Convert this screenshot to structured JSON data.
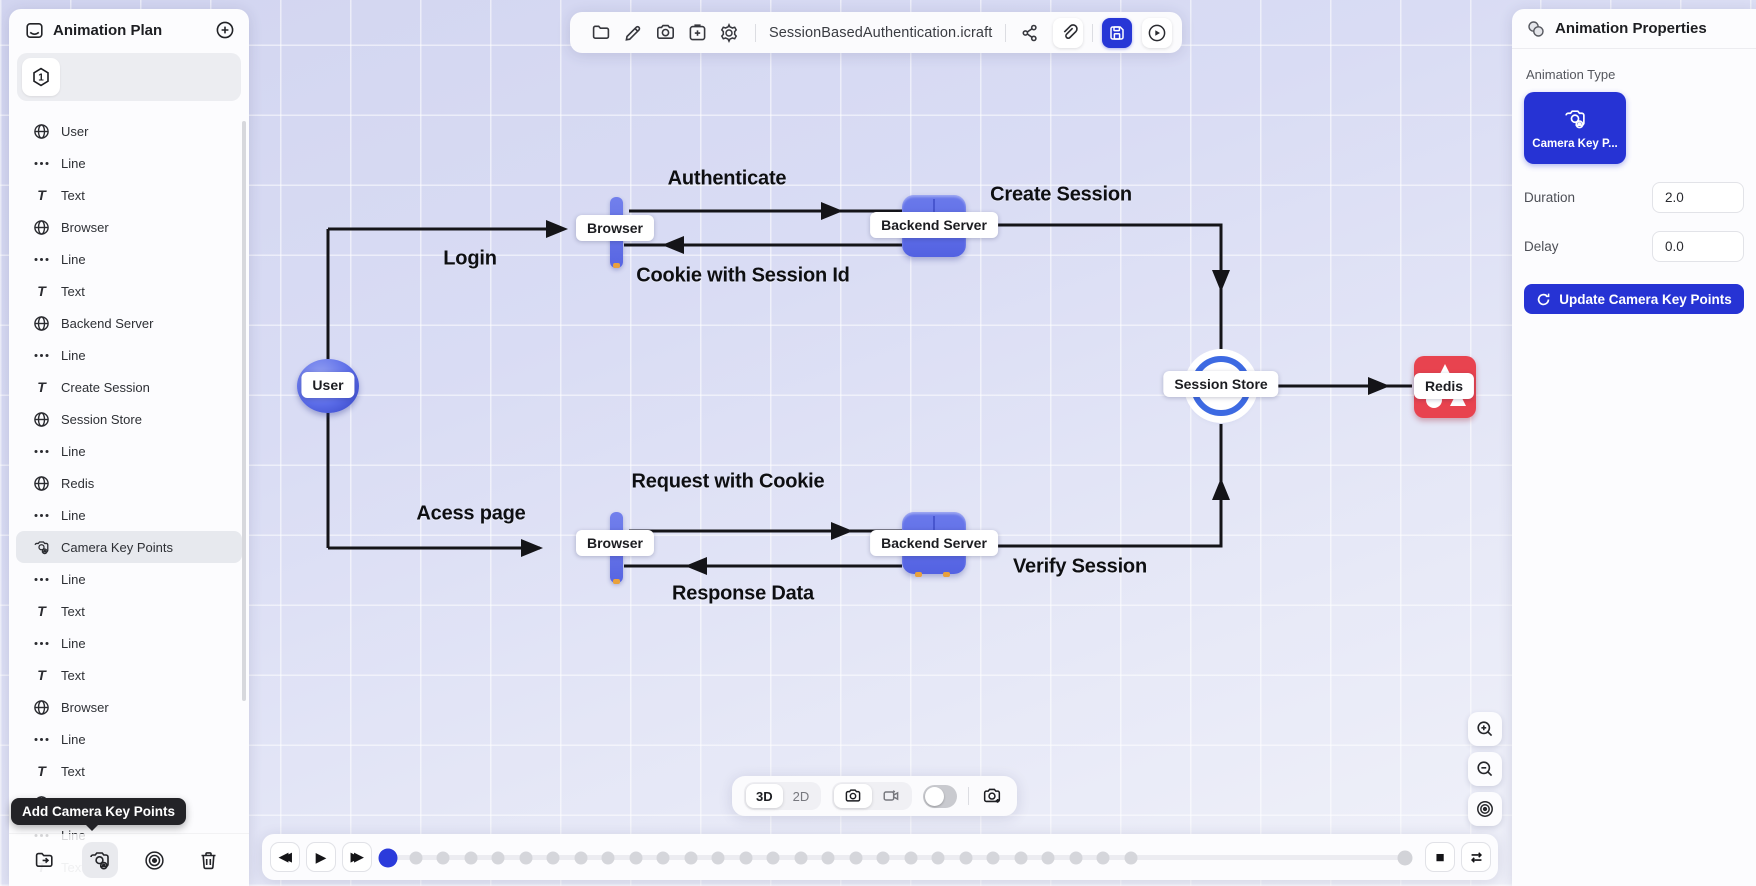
{
  "sidebar": {
    "title": "Animation Plan",
    "step_badge": "1",
    "add_icon": "plus-circle",
    "items": [
      {
        "icon": "globe",
        "label": "User"
      },
      {
        "icon": "line",
        "label": "Line"
      },
      {
        "icon": "text",
        "label": "Text"
      },
      {
        "icon": "globe",
        "label": "Browser"
      },
      {
        "icon": "line",
        "label": "Line"
      },
      {
        "icon": "text",
        "label": "Text"
      },
      {
        "icon": "globe",
        "label": "Backend Server"
      },
      {
        "icon": "line",
        "label": "Line"
      },
      {
        "icon": "text",
        "label": "Create Session"
      },
      {
        "icon": "globe",
        "label": "Session Store"
      },
      {
        "icon": "line",
        "label": "Line"
      },
      {
        "icon": "globe",
        "label": "Redis"
      },
      {
        "icon": "line",
        "label": "Line"
      },
      {
        "icon": "camera",
        "label": "Camera Key Points",
        "selected": true
      },
      {
        "icon": "line",
        "label": "Line"
      },
      {
        "icon": "text",
        "label": "Text"
      },
      {
        "icon": "line",
        "label": "Line"
      },
      {
        "icon": "text",
        "label": "Text"
      },
      {
        "icon": "globe",
        "label": "Browser"
      },
      {
        "icon": "line",
        "label": "Line"
      },
      {
        "icon": "text",
        "label": "Text"
      },
      {
        "icon": "globe",
        "label": "Backend Server"
      },
      {
        "icon": "line",
        "label": "Line"
      },
      {
        "icon": "text",
        "label": "Text",
        "faded": true
      }
    ],
    "footer_icons": [
      "folder-export",
      "camera-key-points",
      "bullseye",
      "trash"
    ],
    "tooltip": "Add Camera Key Points"
  },
  "toolbar": {
    "filename": "SessionBasedAuthentication.icraft",
    "left_icons": [
      "folder",
      "pen",
      "camera",
      "archive-plus",
      "settings"
    ],
    "right_icons": [
      "share",
      "paperclip",
      "save",
      "play-circle"
    ]
  },
  "properties": {
    "title": "Animation Properties",
    "animation_type_label": "Animation Type",
    "animation_type_value": "Camera Key P...",
    "duration_label": "Duration",
    "duration_value": "2.0",
    "delay_label": "Delay",
    "delay_value": "0.0",
    "update_button_label": "Update Camera Key Points"
  },
  "view_controls": {
    "mode_3d": "3D",
    "mode_2d": "2D",
    "active_mode": "3D",
    "camera_toggle": [
      "photo",
      "video"
    ],
    "active_camera": "photo",
    "switch_state": "off",
    "extra_icon": "camera-plus"
  },
  "zoom_controls": [
    "zoom-in",
    "zoom-out",
    "bullseye"
  ],
  "timeline": {
    "controls": [
      "rewind",
      "play",
      "fast-forward"
    ],
    "end_controls": [
      "stop",
      "loop"
    ],
    "keyframes_total": 28,
    "active_keyframe_index": 0
  },
  "diagram": {
    "nodes": [
      {
        "id": "user",
        "label": "User",
        "type": "sphere"
      },
      {
        "id": "browser1",
        "label": "Browser",
        "type": "bar"
      },
      {
        "id": "backend1",
        "label": "Backend Server",
        "type": "cube"
      },
      {
        "id": "session",
        "label": "Session Store",
        "type": "ring"
      },
      {
        "id": "redis",
        "label": "Redis",
        "type": "redis"
      },
      {
        "id": "browser2",
        "label": "Browser",
        "type": "bar"
      },
      {
        "id": "backend2",
        "label": "Backend Server",
        "type": "cube"
      }
    ],
    "edge_labels": [
      {
        "id": "authenticate",
        "text": "Authenticate"
      },
      {
        "id": "create-session",
        "text": "Create Session"
      },
      {
        "id": "login",
        "text": "Login"
      },
      {
        "id": "cookie",
        "text": "Cookie with Session Id"
      },
      {
        "id": "request",
        "text": "Request with Cookie"
      },
      {
        "id": "access",
        "text": "Acess page"
      },
      {
        "id": "verify",
        "text": "Verify Session"
      },
      {
        "id": "response",
        "text": "Response Data"
      }
    ]
  },
  "colors": {
    "accent_blue": "#2633d4",
    "node_blue": "#5d6ce6",
    "redis_red": "#e8434f",
    "session_ring": "#3d6ae2",
    "canvas_lavender": "#d6d9f2",
    "keyframe_blue": "#2b3bdb"
  }
}
